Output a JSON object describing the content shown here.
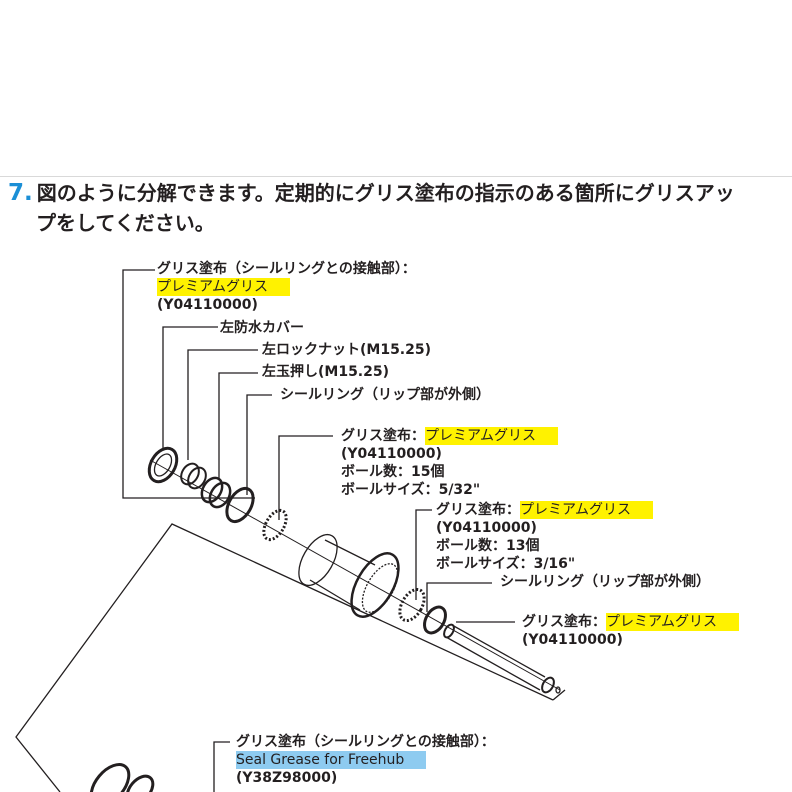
{
  "step": {
    "number": "7.",
    "line1": "図のように分解できます。定期的にグリス塗布の指示のある箇所にグリスアッ",
    "line2": "プをしてください。"
  },
  "colors": {
    "step_number": "#1b8fd6",
    "highlight_premium": "#fff200",
    "highlight_seal": "#8ecbf0"
  },
  "callouts": [
    {
      "line1": "グリス塗布（シールリングとの接触部）：",
      "highlight": "プレミアムグリス",
      "line3": "(Y04110000)"
    },
    {
      "label": "左防水カバー"
    },
    {
      "label": "左ロックナット(M15.25)"
    },
    {
      "label": "左玉押し(M15.25)"
    },
    {
      "label": "シールリング（リップ部が外側）"
    },
    {
      "prefix": "グリス塗布：",
      "highlight": "プレミアムグリス",
      "code": "(Y04110000)",
      "balls": "ボール数：15個",
      "size": "ボールサイズ：5/32\""
    },
    {
      "prefix": "グリス塗布：",
      "highlight": "プレミアムグリス",
      "code": "(Y04110000)",
      "balls": "ボール数：13個",
      "size": "ボールサイズ：3/16\""
    },
    {
      "label": "シールリング（リップ部が外側）"
    },
    {
      "prefix": "グリス塗布：",
      "highlight": "プレミアムグリス",
      "code": "(Y04110000)"
    },
    {
      "line1": "グリス塗布（シールリングとの接触部）：",
      "highlight": "Seal Grease for Freehub",
      "line3": "(Y38Z98000)"
    }
  ]
}
